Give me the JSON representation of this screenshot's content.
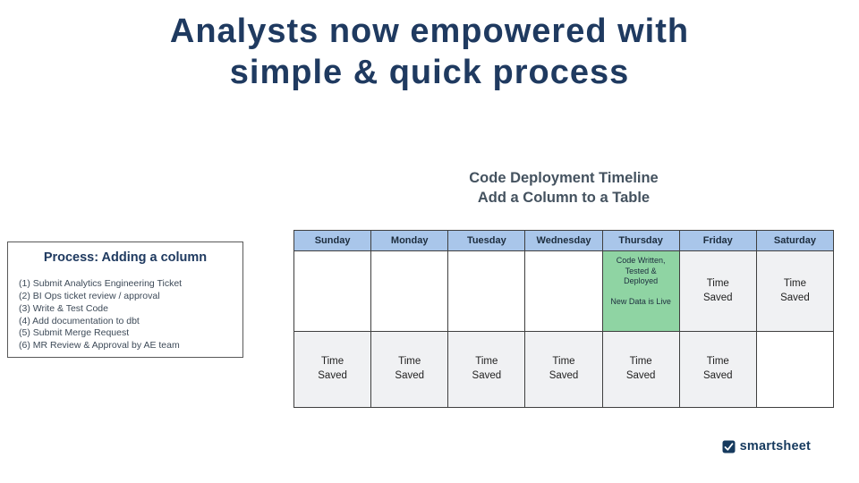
{
  "title": {
    "line1": "Analysts now empowered with",
    "line2": "simple & quick process"
  },
  "process": {
    "title": "Process: Adding a column",
    "steps": [
      "(1) Submit Analytics Engineering Ticket",
      "(2) BI Ops ticket review / approval",
      "(3) Write & Test Code",
      "(4) Add documentation to dbt",
      "(5) Submit Merge Request",
      "(6) MR Review & Approval by AE team"
    ]
  },
  "timeline": {
    "heading_line1": "Code Deployment Timeline",
    "heading_line2": "Add a Column to a Table"
  },
  "calendar": {
    "headers": [
      "Sunday",
      "Monday",
      "Tuesday",
      "Wednesday",
      "Thursday",
      "Friday",
      "Saturday"
    ],
    "thursday_event": {
      "line1": "Code Written, Tested & Deployed",
      "line2": "New Data is Live"
    },
    "time_saved_label": "Time\nSaved"
  },
  "footer": {
    "brand": "smartsheet"
  },
  "colors": {
    "title_navy": "#1f3a60",
    "heading_slate": "#44525f",
    "header_blue": "#a9c6ea",
    "event_green": "#8fd4a3",
    "time_saved_gray": "#f0f1f3",
    "brand_navy": "#163a5e"
  }
}
